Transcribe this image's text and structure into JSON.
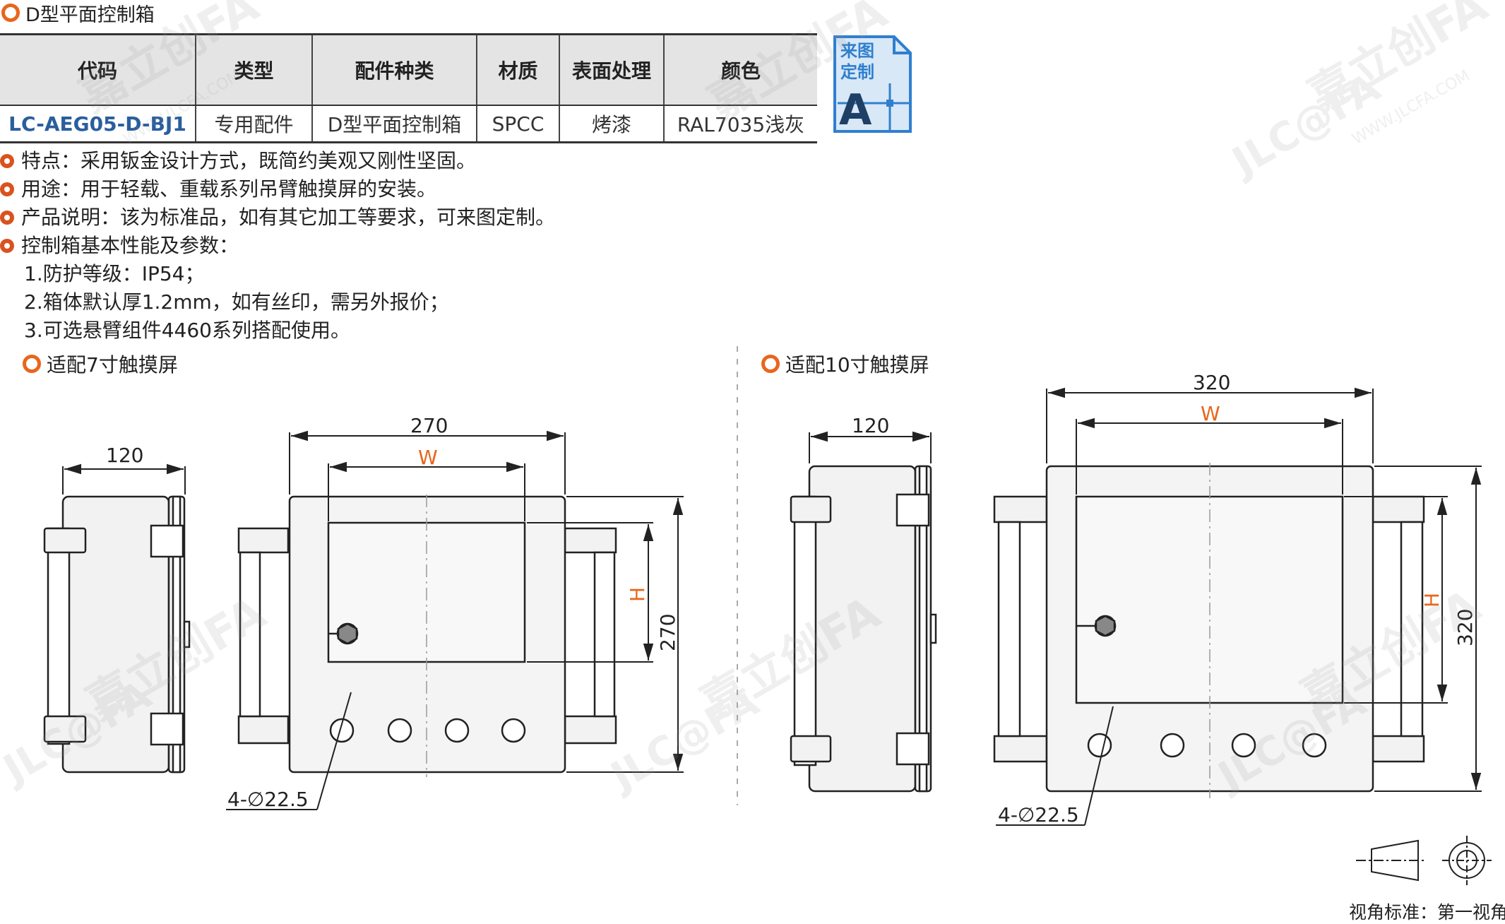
{
  "header": {
    "title": "D型平面控制箱"
  },
  "spec_table": {
    "headers": [
      "代码",
      "类型",
      "配件种类",
      "材质",
      "表面处理",
      "颜色"
    ],
    "row": [
      "LC-AEG05-D-BJ1",
      "专用配件",
      "D型平面控制箱",
      "SPCC",
      "烤漆",
      "RAL7035浅灰"
    ]
  },
  "badge": {
    "line1": "来图",
    "line2": "定制",
    "letter": "A"
  },
  "notes": [
    "特点：采用钣金设计方式，既简约美观又刚性坚固。",
    "用途：用于轻载、重载系列吊臂触摸屏的安装。",
    "产品说明：该为标准品，如有其它加工等要求，可来图定制。",
    "控制箱基本性能及参数："
  ],
  "sub_notes": [
    "1.防护等级：IP54；",
    "2.箱体默认厚1.2mm，如有丝印，需另外报价；",
    "3.可选悬臂组件4460系列搭配使用。"
  ],
  "views": {
    "left": {
      "title": "适配7寸触摸屏",
      "side_width": "120",
      "front_width": "270",
      "front_height": "270",
      "screen_w": "W",
      "screen_h": "H",
      "holes": "4-∅22.5"
    },
    "right": {
      "title": "适配10寸触摸屏",
      "side_width": "120",
      "front_width": "320",
      "front_height": "320",
      "screen_w": "W",
      "screen_h": "H",
      "holes": "4-∅22.5"
    }
  },
  "projection": {
    "label": "视角标准：第一视角"
  },
  "watermark": {
    "brand": "嘉立创FA",
    "logo": "JLC@FA",
    "url": "WWW.JLCFA.COM"
  },
  "colors": {
    "accent": "#e8661c",
    "code_blue": "#2a5e9e",
    "badge_blue": "#2f7fcf",
    "badge_fill": "#d8e8f6"
  }
}
